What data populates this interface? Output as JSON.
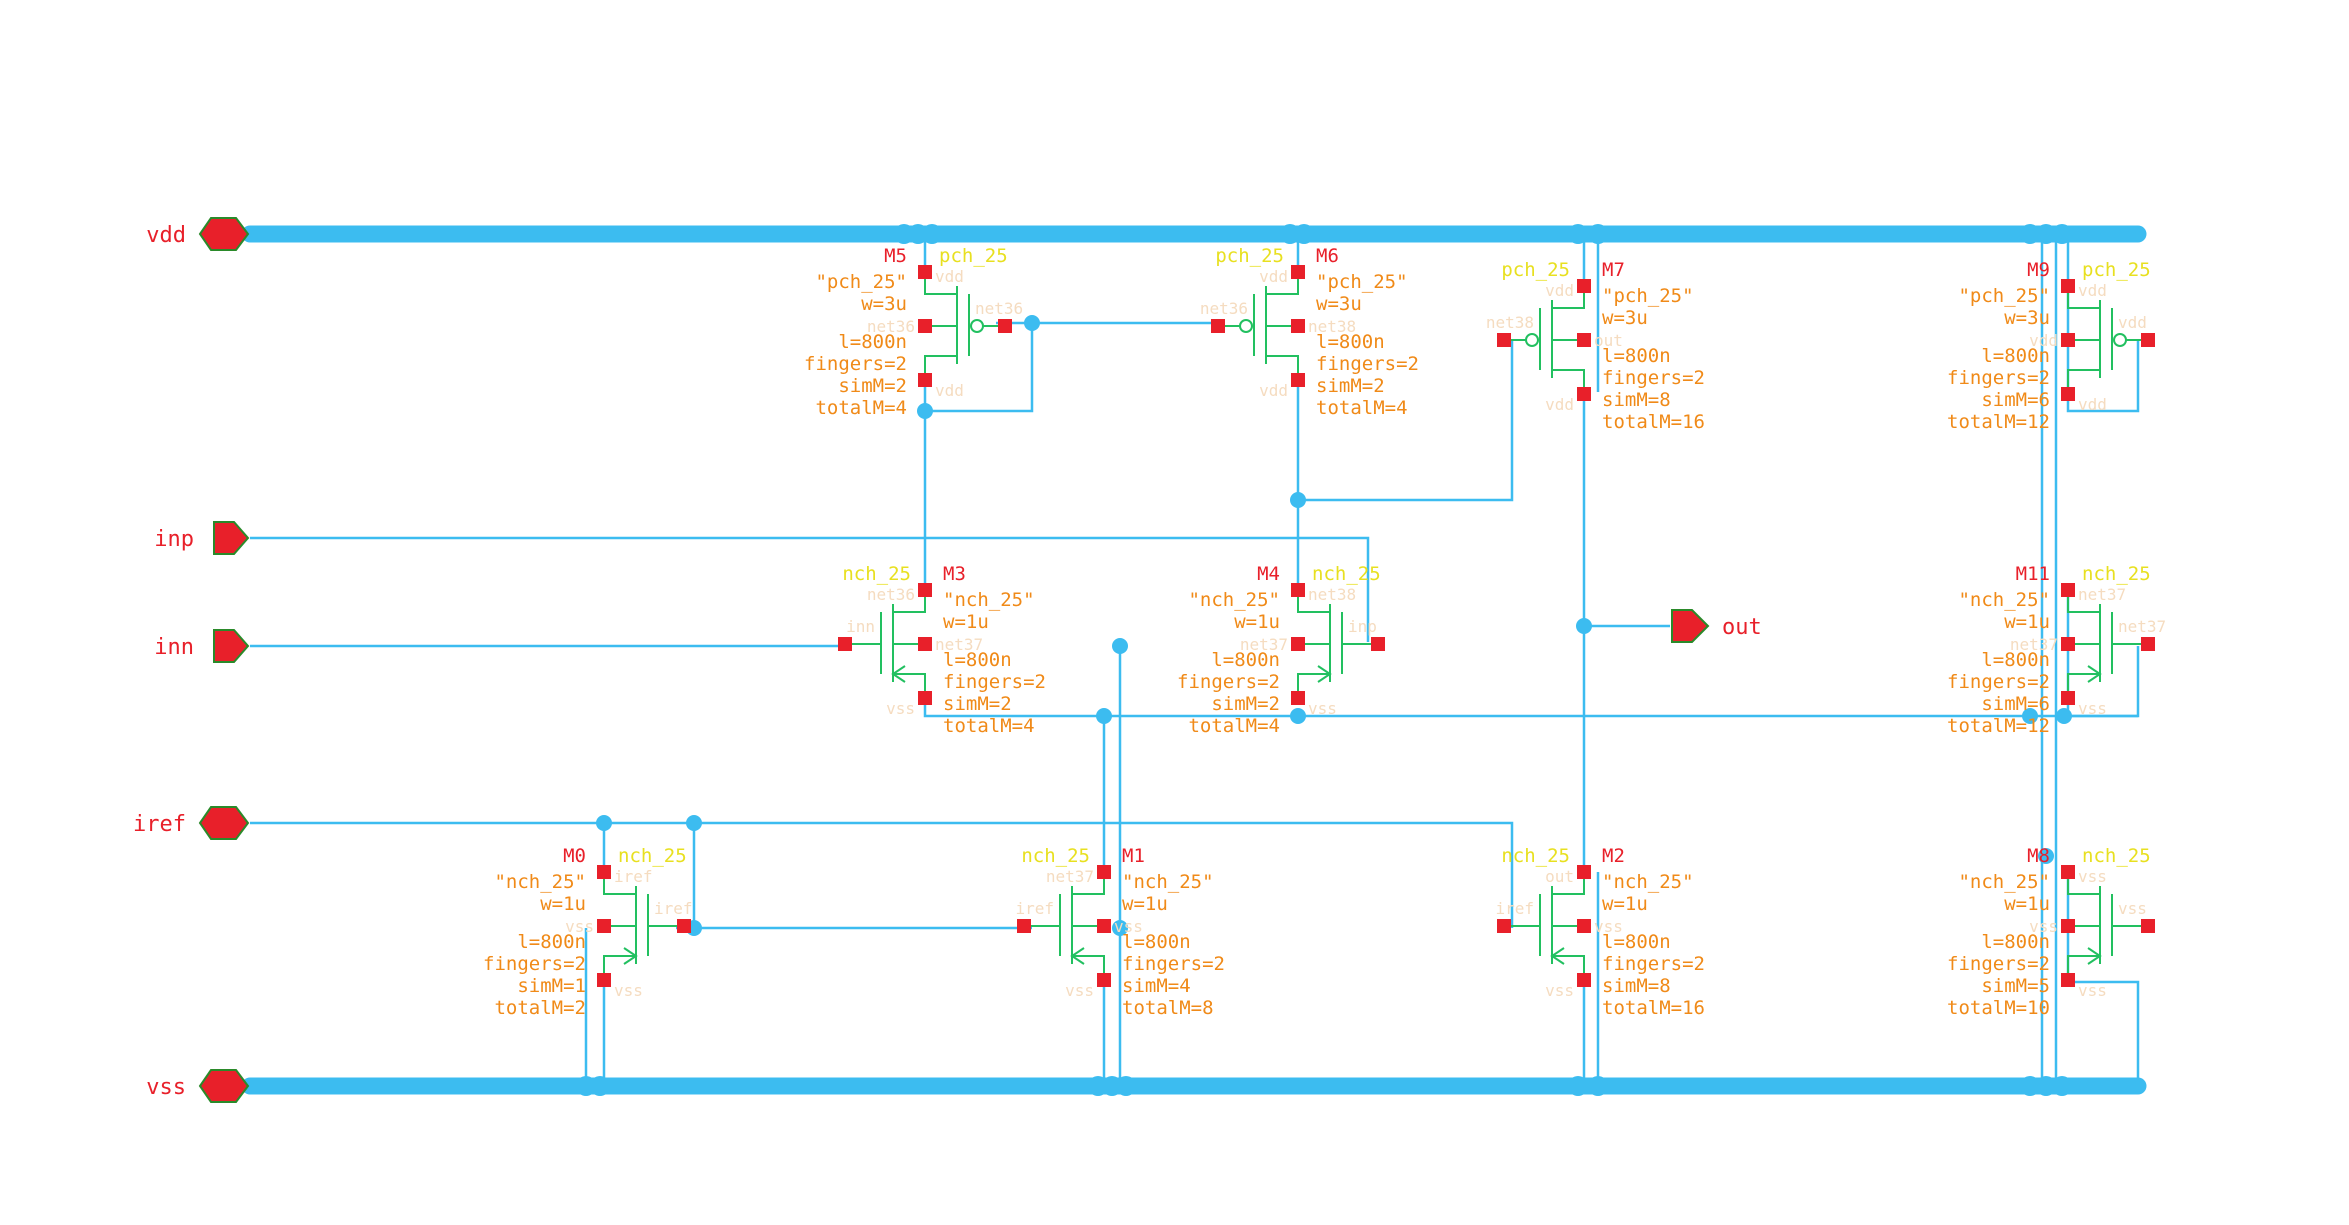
{
  "colors": {
    "bus": "#3cbcf0",
    "wire": "#3cbcf0",
    "pin": "#e8202a",
    "pinOutline": "#2a8a2a",
    "devGreen": "#22c060",
    "instName": "#e8202a",
    "cellName": "#e8e020",
    "props": "#f08a18",
    "ghost": "#f5dcc0",
    "background": "#ffffff"
  },
  "pins": {
    "vdd": "vdd",
    "vss": "vss",
    "inp": "inp",
    "inn": "inn",
    "iref": "iref",
    "out": "out"
  },
  "devices": {
    "M5": {
      "name": "M5",
      "cell": "pch_25",
      "model": "\"pch_25\"",
      "w": "w=3u",
      "l": "l=800n",
      "fingers": "fingers=2",
      "simM": "simM=2",
      "totalM": "totalM=4",
      "t1": "vdd",
      "t2": "net36",
      "t3": "net36",
      "t4": "vdd"
    },
    "M6": {
      "name": "M6",
      "cell": "pch_25",
      "model": "\"pch_25\"",
      "w": "w=3u",
      "l": "l=800n",
      "fingers": "fingers=2",
      "simM": "simM=2",
      "totalM": "totalM=4",
      "t1": "vdd",
      "t2": "net36",
      "t3": "net38",
      "t4": "vdd"
    },
    "M7": {
      "name": "M7",
      "cell": "pch_25",
      "model": "\"pch_25\"",
      "w": "w=3u",
      "l": "l=800n",
      "fingers": "fingers=2",
      "simM": "simM=8",
      "totalM": "totalM=16",
      "t1": "vdd",
      "t2": "net38",
      "t3": "out",
      "t4": "vdd"
    },
    "M9": {
      "name": "M9",
      "cell": "pch_25",
      "model": "\"pch_25\"",
      "w": "w=3u",
      "l": "l=800n",
      "fingers": "fingers=2",
      "simM": "simM=6",
      "totalM": "totalM=12",
      "t1": "vdd",
      "t2": "vdd",
      "t3": "vdd",
      "t4": "vdd"
    },
    "M3": {
      "name": "M3",
      "cell": "nch_25",
      "model": "\"nch_25\"",
      "w": "w=1u",
      "l": "l=800n",
      "fingers": "fingers=2",
      "simM": "simM=2",
      "totalM": "totalM=4",
      "t1": "net36",
      "t2": "inn",
      "t3": "net37",
      "t4": "vss"
    },
    "M4": {
      "name": "M4",
      "cell": "nch_25",
      "model": "\"nch_25\"",
      "w": "w=1u",
      "l": "l=800n",
      "fingers": "fingers=2",
      "simM": "simM=2",
      "totalM": "totalM=4",
      "t1": "net38",
      "t2": "inp",
      "t3": "net37",
      "t4": "vss"
    },
    "M11": {
      "name": "M11",
      "cell": "nch_25",
      "model": "\"nch_25\"",
      "w": "w=1u",
      "l": "l=800n",
      "fingers": "fingers=2",
      "simM": "simM=6",
      "totalM": "totalM=12",
      "t1": "net37",
      "t2": "net37",
      "t3": "net37",
      "t4": "vss"
    },
    "M0": {
      "name": "M0",
      "cell": "nch_25",
      "model": "\"nch_25\"",
      "w": "w=1u",
      "l": "l=800n",
      "fingers": "fingers=2",
      "simM": "simM=1",
      "totalM": "totalM=2",
      "t1": "iref",
      "t2": "iref",
      "t3": "vss",
      "t4": "vss"
    },
    "M1": {
      "name": "M1",
      "cell": "nch_25",
      "model": "\"nch_25\"",
      "w": "w=1u",
      "l": "l=800n",
      "fingers": "fingers=2",
      "simM": "simM=4",
      "totalM": "totalM=8",
      "t1": "net37",
      "t2": "iref",
      "t3": "vss",
      "t4": "vss"
    },
    "M2": {
      "name": "M2",
      "cell": "nch_25",
      "model": "\"nch_25\"",
      "w": "w=1u",
      "l": "l=800n",
      "fingers": "fingers=2",
      "simM": "simM=8",
      "totalM": "totalM=16",
      "t1": "out",
      "t2": "iref",
      "t3": "vss",
      "t4": "vss"
    },
    "M8": {
      "name": "M8",
      "cell": "nch_25",
      "model": "\"nch_25\"",
      "w": "w=1u",
      "l": "l=800n",
      "fingers": "fingers=2",
      "simM": "simM=5",
      "totalM": "totalM=10",
      "t1": "vss",
      "t2": "vss",
      "t3": "vss",
      "t4": "vss"
    }
  }
}
